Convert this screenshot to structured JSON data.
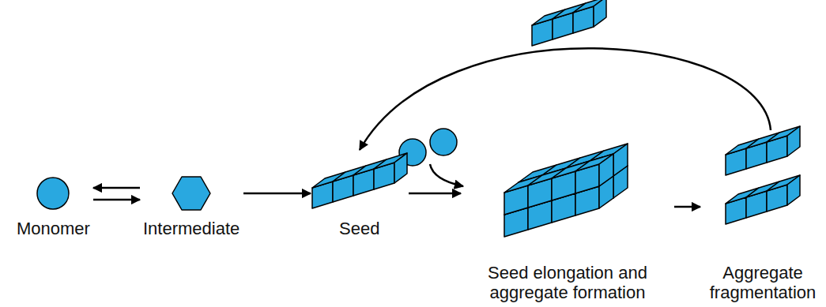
{
  "diagram": {
    "nodes": [
      {
        "text": [
          "Monomer"
        ]
      },
      {
        "text": [
          "Intermediate"
        ]
      },
      {
        "text": [
          "Seed"
        ]
      },
      {
        "text": [
          "Seed elongation and aggregate formation"
        ]
      },
      {
        "text": [
          "Aggregate fragmentation"
        ]
      }
    ],
    "edges": [
      {
        "from": 1,
        "to": 0,
        "arrow": "to"
      },
      {
        "from": 0,
        "to": 1,
        "arrow": "to"
      },
      {
        "from": 1,
        "to": 2,
        "arrow": "to"
      },
      {
        "from": 2,
        "to": 3,
        "arrow": "to"
      },
      {
        "from": 3,
        "to": 4,
        "arrow": "to"
      },
      {
        "from": 4,
        "to": 2,
        "arrow": "to"
      }
    ]
  }
}
